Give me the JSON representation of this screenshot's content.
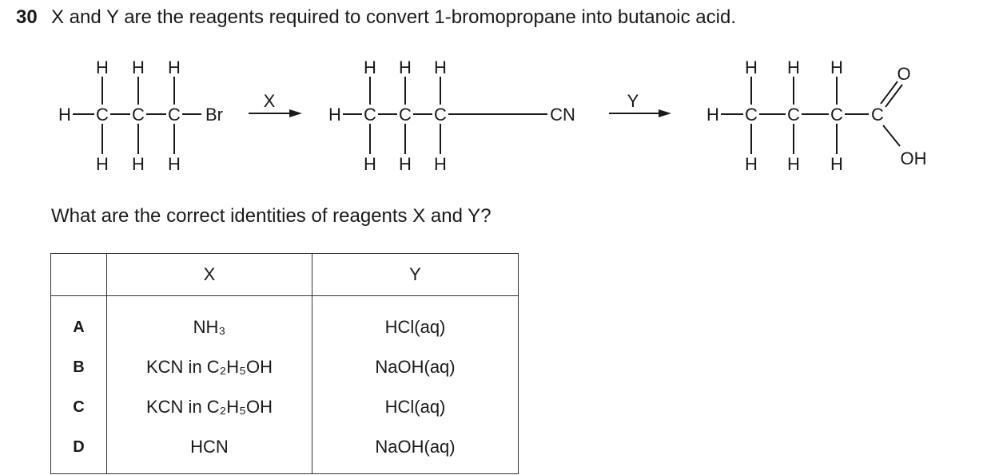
{
  "question": {
    "number": "30",
    "text": "X and Y are the reagents required to convert 1-bromopropane into butanoic acid.",
    "prompt": "What are the correct identities of reagents X and Y?"
  },
  "scheme": {
    "atom_h": "H",
    "atom_c": "C",
    "substituent_1": "Br",
    "substituent_2": "CN",
    "atom_o": "O",
    "group_oh": "OH",
    "arrow_1_label": "X",
    "arrow_2_label": "Y"
  },
  "table": {
    "headers": [
      "",
      "X",
      "Y"
    ],
    "rows": [
      {
        "letter": "A",
        "x": "NH₃",
        "y": "HCl(aq)"
      },
      {
        "letter": "B",
        "x": "KCN in C₂H₅OH",
        "y": "NaOH(aq)"
      },
      {
        "letter": "C",
        "x": "KCN in C₂H₅OH",
        "y": "HCl(aq)"
      },
      {
        "letter": "D",
        "x": "HCN",
        "y": "NaOH(aq)"
      }
    ]
  }
}
